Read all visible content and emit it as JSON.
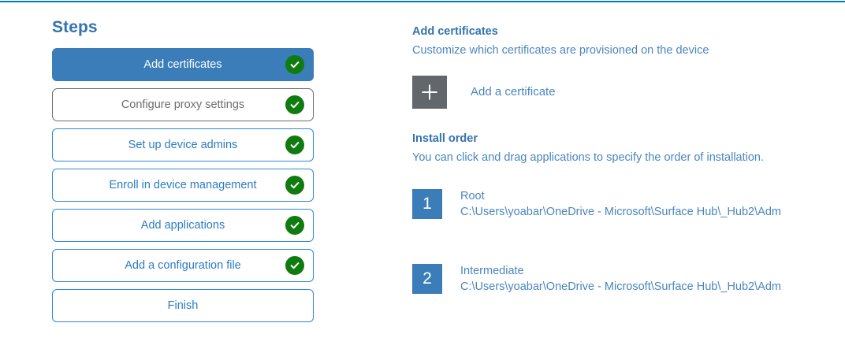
{
  "theme": {
    "accent_blue": "#0078bf",
    "step_active_blue": "#3b7db8",
    "step_border_blue": "#2b88d8",
    "link_blue": "#4a86c0",
    "heading_blue": "#3273b0",
    "check_green": "#107c10",
    "add_button_gray": "#62676b",
    "hover_gray": "#6b6b6b"
  },
  "steps_panel": {
    "title": "Steps",
    "items": [
      {
        "label": "Add certificates",
        "state": "active",
        "completed": true
      },
      {
        "label": "Configure proxy settings",
        "state": "hover",
        "completed": true
      },
      {
        "label": "Set up device admins",
        "state": "default",
        "completed": true
      },
      {
        "label": "Enroll in device management",
        "state": "default",
        "completed": true
      },
      {
        "label": "Add applications",
        "state": "default",
        "completed": true
      },
      {
        "label": "Add a configuration file",
        "state": "default",
        "completed": true
      },
      {
        "label": "Finish",
        "state": "default",
        "completed": false
      }
    ],
    "check_icon": "check-circle-icon"
  },
  "detail_panel": {
    "heading": "Add certificates",
    "subheading": "Customize which certificates are provisioned on the device",
    "add_certificate": {
      "icon": "plus-icon",
      "label": "Add a certificate"
    },
    "install_order": {
      "heading": "Install order",
      "description": "You can click and drag applications to specify the order of installation.",
      "items": [
        {
          "number": "1",
          "name": "Root",
          "path": "C:\\Users\\yoabar\\OneDrive - Microsoft\\Surface Hub\\_Hub2\\Adm"
        },
        {
          "number": "2",
          "name": "Intermediate",
          "path": "C:\\Users\\yoabar\\OneDrive - Microsoft\\Surface Hub\\_Hub2\\Adm"
        }
      ]
    }
  }
}
